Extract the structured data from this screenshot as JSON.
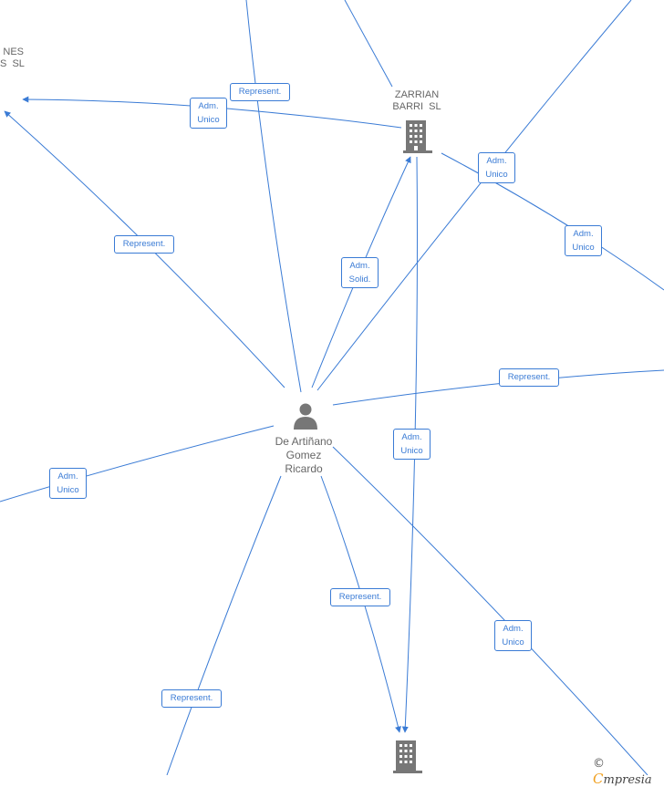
{
  "nodes": {
    "zarrian": {
      "label": "ZARRIAN\nBARRI  SL",
      "icon": "building-icon"
    },
    "partial_left": {
      "label": "NES\nS  SL"
    },
    "person": {
      "label": "De Artiñano\nGomez\nRicardo",
      "icon": "person-icon"
    },
    "bottom_company": {
      "icon": "building-icon"
    }
  },
  "edge_labels": [
    {
      "id": "e1",
      "text": "Represent."
    },
    {
      "id": "e2",
      "text": "Adm.\nUnico"
    },
    {
      "id": "e3",
      "text": "Represent."
    },
    {
      "id": "e4",
      "text": "Adm.\nSolid."
    },
    {
      "id": "e5",
      "text": "Adm.\nUnico"
    },
    {
      "id": "e6",
      "text": "Adm.\nUnico"
    },
    {
      "id": "e7",
      "text": "Represent."
    },
    {
      "id": "e8",
      "text": "Adm.\nUnico"
    },
    {
      "id": "e9",
      "text": "Adm.\nUnico"
    },
    {
      "id": "e10",
      "text": "Represent."
    },
    {
      "id": "e11",
      "text": "Adm.\nUnico"
    },
    {
      "id": "e12",
      "text": "Represent."
    }
  ],
  "brand": {
    "copyright": "©",
    "initial": "C",
    "rest": "mpresia"
  },
  "colors": {
    "edge": "#3a7bd5",
    "icon": "#777777",
    "label": "#666666"
  }
}
